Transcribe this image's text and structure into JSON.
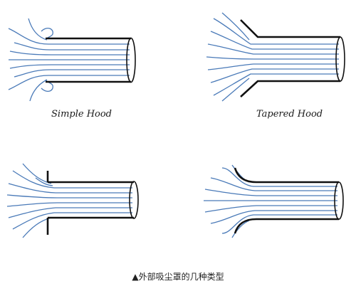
{
  "diagram": {
    "panels": [
      {
        "id": "simple-hood",
        "label": "Simple Hood"
      },
      {
        "id": "tapered-hood",
        "label": "Tapered Hood"
      },
      {
        "id": "flanged-hood",
        "label": ""
      },
      {
        "id": "bell-mouth-hood",
        "label": ""
      }
    ],
    "caption": "▲外部吸尘罩的几种类型",
    "colors": {
      "flow_lines": "#4a7ab8",
      "hood_outline": "#111111"
    }
  }
}
